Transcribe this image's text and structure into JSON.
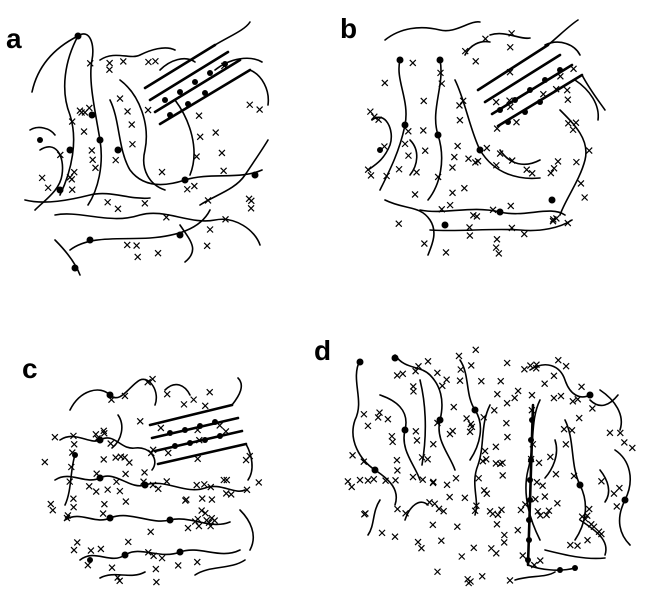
{
  "figure": {
    "panels": [
      {
        "id": "a",
        "label": "a"
      },
      {
        "id": "b",
        "label": "b"
      },
      {
        "id": "c",
        "label": "c"
      },
      {
        "id": "d",
        "label": "d"
      }
    ]
  },
  "colors": {
    "ink": "#000000",
    "background": "#ffffff"
  },
  "icons": {
    "crosslink": "x-mark-icon",
    "node": "dot-icon"
  }
}
